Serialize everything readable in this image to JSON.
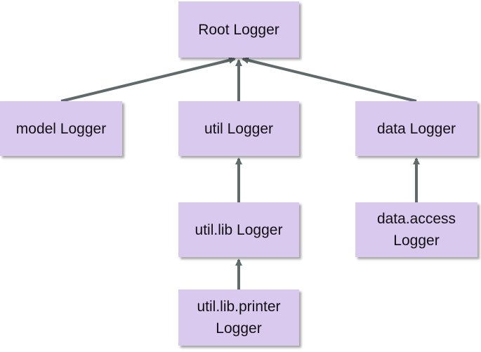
{
  "diagram": {
    "nodes": {
      "root": "Root Logger",
      "model": "model Logger",
      "util": "util Logger",
      "data": "data Logger",
      "util_lib": "util.lib Logger",
      "data_access": [
        "data.access",
        "Logger"
      ],
      "util_lib_printer": [
        "util.lib.printer",
        "Logger"
      ]
    },
    "edges": [
      {
        "from": "model",
        "to": "root"
      },
      {
        "from": "util",
        "to": "root"
      },
      {
        "from": "data",
        "to": "root"
      },
      {
        "from": "util_lib",
        "to": "util"
      },
      {
        "from": "data_access",
        "to": "data"
      },
      {
        "from": "util_lib_printer",
        "to": "util_lib"
      }
    ],
    "colors": {
      "node_fill": "#d9c9ef",
      "arrow": "#5f6b6b",
      "text": "#111111"
    }
  }
}
